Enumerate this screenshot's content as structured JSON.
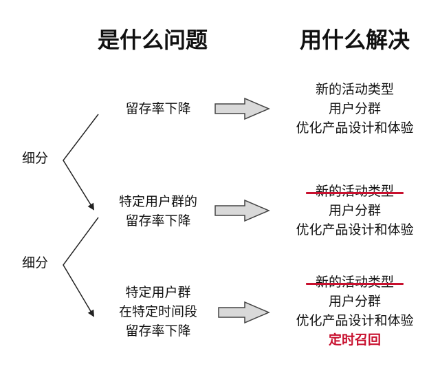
{
  "headers": {
    "problem": "是什么问题",
    "solution": "用什么解决"
  },
  "split_labels": [
    "细分",
    "细分"
  ],
  "rows": [
    {
      "problem_lines": [
        "留存率下降"
      ],
      "solution_lines": [
        {
          "text": "新的活动类型",
          "status": "normal"
        },
        {
          "text": "用户分群",
          "status": "normal"
        },
        {
          "text": "优化产品设计和体验",
          "status": "normal"
        }
      ]
    },
    {
      "problem_lines": [
        "特定用户群的",
        "留存率下降"
      ],
      "solution_lines": [
        {
          "text": "新的活动类型",
          "status": "struck"
        },
        {
          "text": "用户分群",
          "status": "normal"
        },
        {
          "text": "优化产品设计和体验",
          "status": "normal"
        }
      ]
    },
    {
      "problem_lines": [
        "特定用户群",
        "在特定时间段",
        "留存率下降"
      ],
      "solution_lines": [
        {
          "text": "新的活动类型",
          "status": "struck"
        },
        {
          "text": "用户分群",
          "status": "normal"
        },
        {
          "text": "优化产品设计和体验",
          "status": "normal"
        },
        {
          "text": "定时召回",
          "status": "highlight"
        }
      ]
    }
  ],
  "colors": {
    "text": "#111111",
    "strike": "#c8102e",
    "highlight": "#c8102e",
    "arrow_fill": "#d9d9d9",
    "arrow_stroke": "#444444",
    "line": "#222222"
  }
}
